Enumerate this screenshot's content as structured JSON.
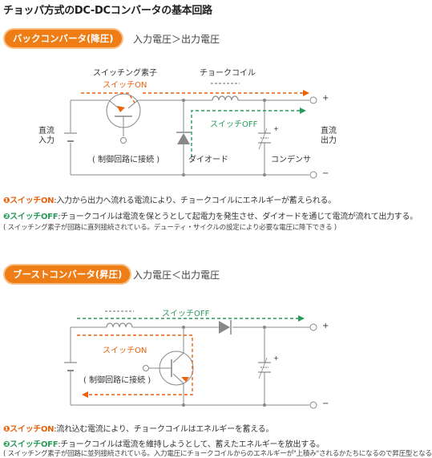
{
  "page_title": "チョッパ方式のDC-DCコンバータの基本回路",
  "buck": {
    "badge": "バックコンバータ(降圧)",
    "subtitle": "入力電圧＞出力電圧",
    "labels": {
      "switch_element": "スイッチング素子",
      "switch_on": "スイッチON",
      "choke_coil": "チョークコイル",
      "switch_off": "スイッチOFF",
      "dc_input": "直流\n入力",
      "dc_output": "直流\n出力",
      "control": "( 制御回路に接続 )",
      "diode": "ダイオード",
      "capacitor": "コンデンサ",
      "plus": "+",
      "minus": "−",
      "cap_plus": "+"
    },
    "desc1_key": "❶スイッチON",
    "desc1_text": ":入力から出力へ流れる電流により、チョークコイルにエネルギーが蓄えられる。",
    "desc2_key": "❷スイッチOFF",
    "desc2_text": ":チョークコイルは電流を保とうとして起電力を発生させ、ダイオードを通じて電流が流れて出力する。",
    "note": "( スイッチング素子が回路に直列接続されている。デューティ・サイクルの設定により必要な電圧に降下できる )"
  },
  "boost": {
    "badge": "ブーストコンバータ(昇圧)",
    "subtitle": "入力電圧＜出力電圧",
    "labels": {
      "switch_off": "スイッチOFF",
      "switch_on": "スイッチON",
      "control": "( 制御回路に接続 )",
      "plus": "+",
      "minus": "−",
      "cap_plus": "+"
    },
    "desc1_key": "❶スイッチON",
    "desc1_text": ":流れ込む電流により、チョークコイルはエネルギーを蓄える。",
    "desc2_key": "❷スイッチOFF",
    "desc2_text": ":チョークコイルは電流を維持しようとして、蓄えたエネルギーを放出する。",
    "note": "( スイッチング素子が回路に並列接続されている。入力電圧にチョークコイルからのエネルギーが\"上積み\"されるかたちになるので昇圧型となる )"
  },
  "colors": {
    "accent_orange": "#ef7d16",
    "switch_on_orange": "#e8620e",
    "switch_off_green": "#2a9a5a",
    "wire": "#888888"
  }
}
